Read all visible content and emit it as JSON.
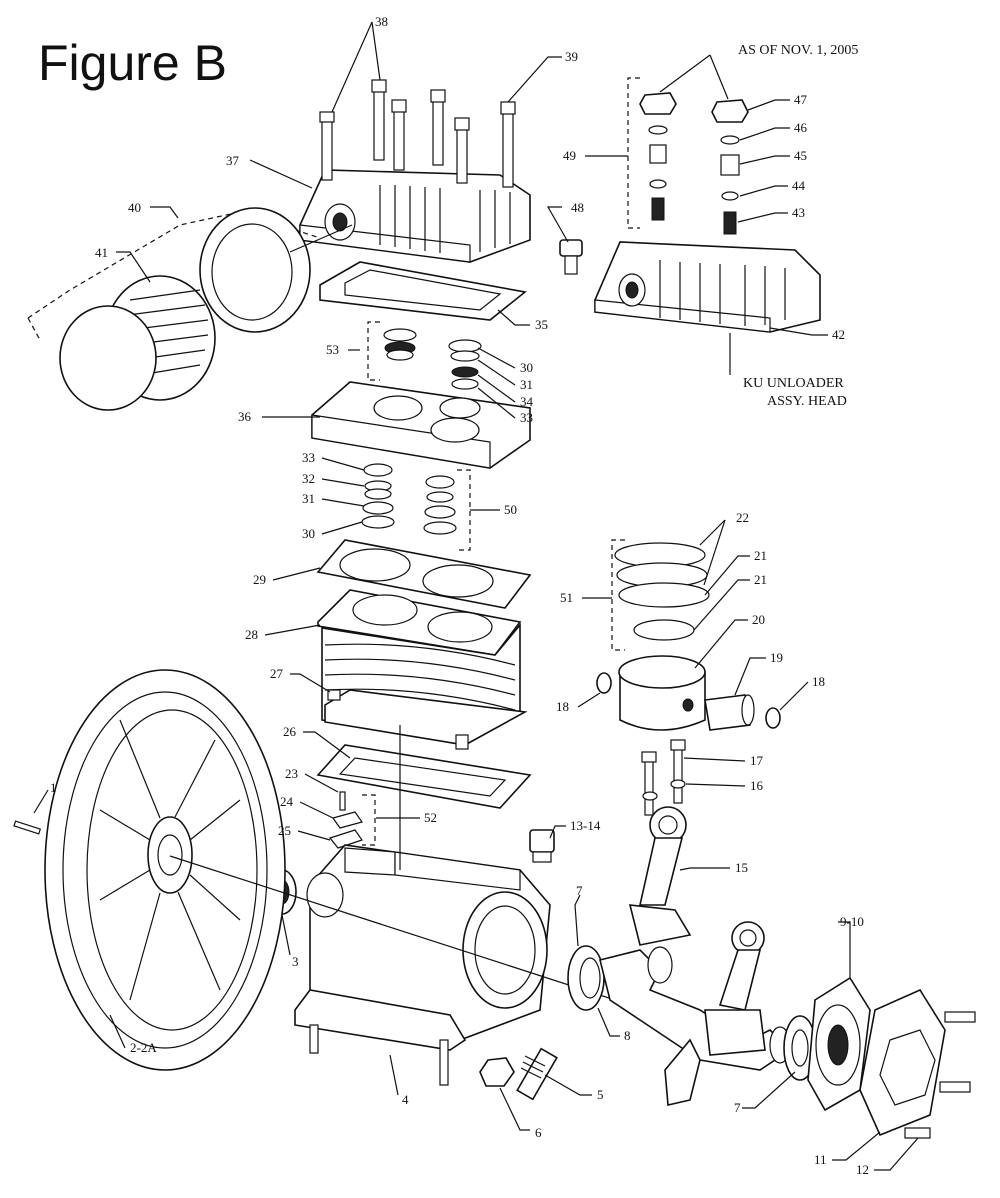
{
  "title": "Figure B",
  "notes": {
    "as_of": "AS OF NOV. 1, 2005",
    "unloader_line1": "KU UNLOADER",
    "unloader_line2": "ASSY. HEAD"
  },
  "callouts": {
    "c1": "1",
    "c2": "2-2A",
    "c3": "3",
    "c4": "4",
    "c5": "5",
    "c6": "6",
    "c7a": "7",
    "c7b": "7",
    "c8": "8",
    "c9": "9-10",
    "c11": "11",
    "c12": "12",
    "c13": "13-14",
    "c15": "15",
    "c16": "16",
    "c17": "17",
    "c18a": "18",
    "c18b": "18",
    "c19": "19",
    "c20": "20",
    "c21a": "21",
    "c21b": "21",
    "c22": "22",
    "c23": "23",
    "c24": "24",
    "c25": "25",
    "c26": "26",
    "c27": "27",
    "c28": "28",
    "c29": "29",
    "c30a": "30",
    "c30b": "30",
    "c31a": "31",
    "c31b": "31",
    "c32": "32",
    "c33a": "33",
    "c33b": "33",
    "c34": "34",
    "c35": "35",
    "c36": "36",
    "c37": "37",
    "c38": "38",
    "c39": "39",
    "c40": "40",
    "c41": "41",
    "c42": "42",
    "c43": "43",
    "c44": "44",
    "c45": "45",
    "c46": "46",
    "c47": "47",
    "c48": "48",
    "c49": "49",
    "c50": "50",
    "c51": "51",
    "c52": "52",
    "c53": "53"
  }
}
